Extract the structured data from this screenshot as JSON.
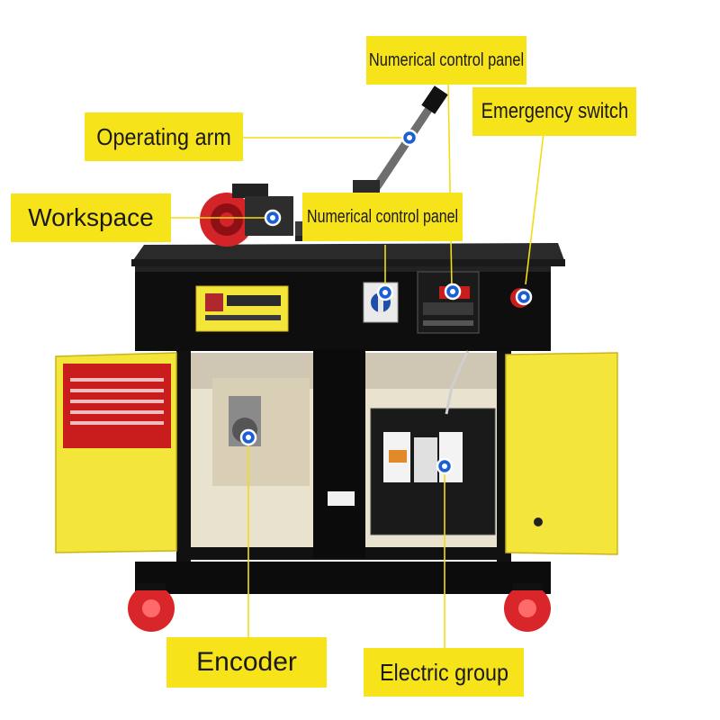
{
  "labels": {
    "numerical_top": "Numerical control panel",
    "operating_arm": "Operating arm",
    "emergency_switch": "Emergency switch",
    "workspace": "Workspace",
    "numerical_mid": "Numerical control panel",
    "encoder": "Encoder",
    "electric_group": "Electric group"
  },
  "colors": {
    "label_bg": "#f7e31a",
    "leader": "#f2dc14",
    "marker": "#1a5fd6",
    "machine_body": "#111111",
    "door_yellow": "#f4e53a",
    "wheel_red": "#d9262b"
  }
}
